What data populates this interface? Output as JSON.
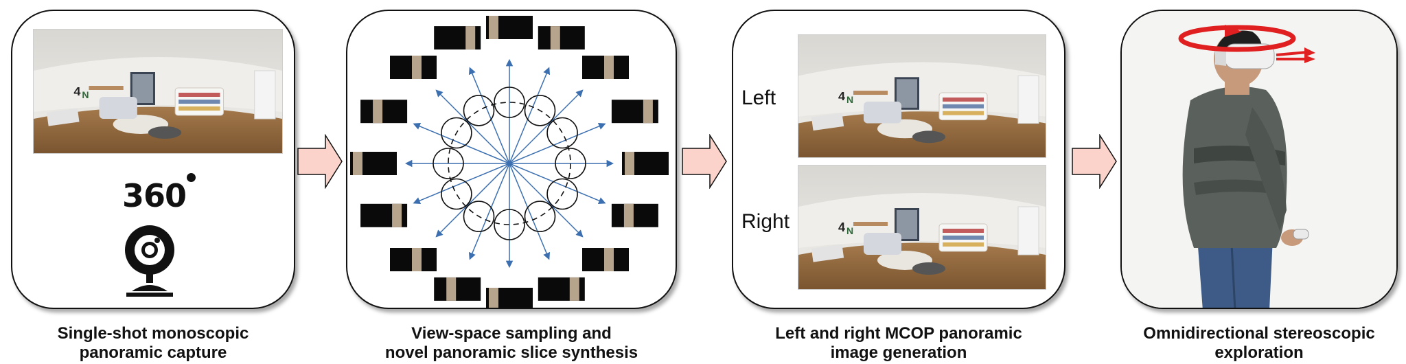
{
  "captions": {
    "step1": "Single-shot monoscopic\npanoramic capture",
    "step2": "View-space sampling and\nnovel panoramic slice synthesis",
    "step3": "Left and right MCOP panoramic\nimage generation",
    "step4": "Omnidirectional stereoscopic\nexploration"
  },
  "camera": {
    "text": "360",
    "degree_mark": "°"
  },
  "stereo": {
    "left_label": "Left",
    "right_label": "Right"
  },
  "colors": {
    "arrow_fill": "#fbd3ca",
    "ray_blue": "#3b6fb0",
    "rotation_red": "#e02020",
    "border": "#111111"
  },
  "icons": [
    "camera-360-icon",
    "vr-headset-user-image",
    "rotation-arrow-icon"
  ]
}
